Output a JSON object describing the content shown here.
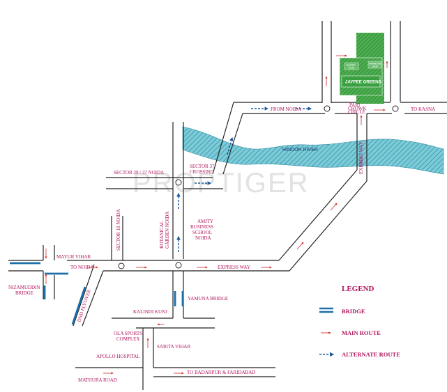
{
  "watermark": "PROPTIGER",
  "labels": {
    "from_noida": "FROM NOIDA",
    "to_kasna": "TO KASNA",
    "hindon_river": "HINDON RIVER",
    "expressway_vertical": "EXPRESS WAY",
    "sector_29_37": "SECTOR 29 / 37 NOIDA",
    "sector_37_crossing_1": "SECTOR 37",
    "sector_37_crossing_2": "CROSSING",
    "botanical_1": "BOTANICAL",
    "botanical_2": "GARDEN NOIDA",
    "amity_1": "AMITY",
    "amity_2": "BUSINESS",
    "amity_3": "SCHOOL",
    "amity_4": "NOIDA",
    "sector_18": "SECTOR 18 NOIDA",
    "mayur_vihar": "MAYUR VIHAR",
    "to_noida": "TO NOIDA",
    "nizamuddin_1": "NIZAMUDDIN",
    "nizamuddin_2": "BRIDGE",
    "dnd_flyover": "DND FLYOVER",
    "expressway_horizontal": "EXPRESS WAY",
    "yamuna_bridge": "YAMUNA BRIDGE",
    "kalindi_kunj": "KALINDI KUNJ",
    "ola_1": "OLA SPORTS",
    "ola_2": "COMPLEX",
    "sarita_vihar": "SARITA VIHAR",
    "apollo": "APOLLO HOSPITAL",
    "to_badarpur": "TO BADARPUR & FARIDABAD",
    "mathura_road": "MATHURA ROAD",
    "jaypee_greens": "JAYPEE GREENS",
    "kasna_gate_1": "KASTRE",
    "kasna_gate_2": "GATE",
    "marketing_1": "MARKETING",
    "marketing_2": "GATE",
    "pari_chowk_1": "PARI",
    "pari_chowk_2": "CHOWK",
    "pari_chowk_3": "CIRCLE"
  },
  "legend": {
    "title": "LEGEND",
    "items": [
      {
        "symbol": "bridge",
        "label": "BRIDGE"
      },
      {
        "symbol": "main-route",
        "label": "MAIN ROUTE"
      },
      {
        "symbol": "alternate-route",
        "label": "ALTERNATE ROUTE"
      }
    ]
  },
  "colors": {
    "text": "#b0155e",
    "road": "#222222",
    "bridge": "#1d6fa8",
    "main_route_arrow": "#d0302a",
    "alternate_route": "#1a5a9a",
    "river": "#6fc3d3",
    "jaypee_green": "#3aa040",
    "watermark": "#e2e2e2"
  }
}
